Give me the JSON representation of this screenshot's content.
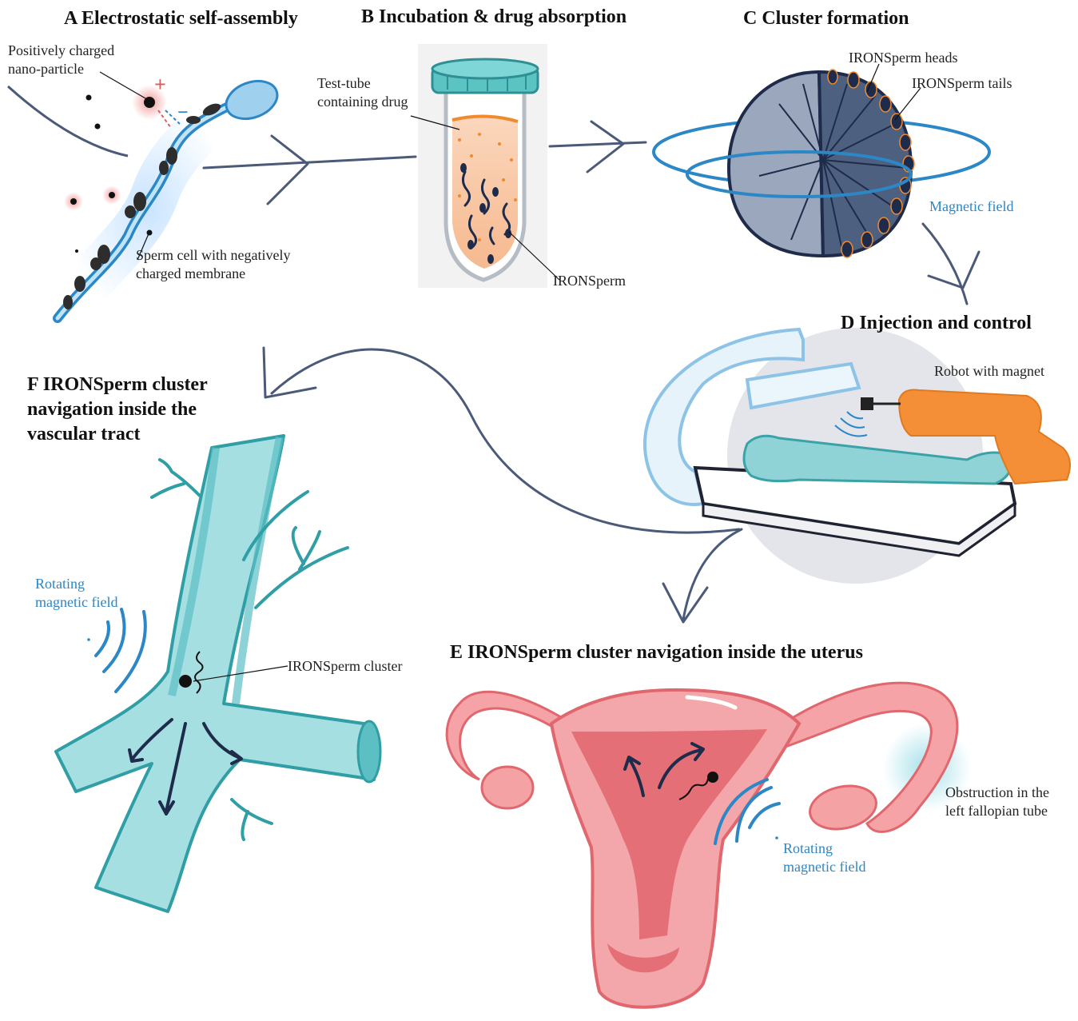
{
  "panels": {
    "a": {
      "title": "A Electrostatic self-assembly",
      "labels": {
        "particle": "Positively charged\nnano-particle",
        "sperm": "Sperm cell with negatively\ncharged membrane"
      },
      "plus": "+",
      "minus": "−"
    },
    "b": {
      "title": "B Incubation & drug absorption",
      "labels": {
        "tube": "Test-tube\ncontaining drug",
        "ironsperm": "IRONSperm"
      }
    },
    "c": {
      "title": "C Cluster formation",
      "labels": {
        "heads": "IRONSperm heads",
        "tails": "IRONSperm tails",
        "field": "Magnetic field"
      }
    },
    "d": {
      "title": "D Injection and control",
      "labels": {
        "robot": "Robot with magnet"
      }
    },
    "e": {
      "title": "E IRONSperm cluster navigation inside the uterus",
      "labels": {
        "obstruction": "Obstruction in the\nleft fallopian tube",
        "field": "Rotating\nmagnetic field"
      }
    },
    "f": {
      "title": "F IRONSperm cluster\nnavigation inside the\nvascular tract",
      "labels": {
        "field": "Rotating\nmagnetic field",
        "cluster": "IRONSperm cluster"
      }
    }
  },
  "colors": {
    "arrow": "#4a5a78",
    "field": "#2b87c6",
    "tube_fill": "#f9c9a6",
    "cap": "#5cc3c3",
    "cluster": "#3c4e6e",
    "vessel": "#5bbfc4",
    "uterus": "#ef7c82",
    "robot": "#f58f37",
    "body": "#8fd3d6"
  }
}
